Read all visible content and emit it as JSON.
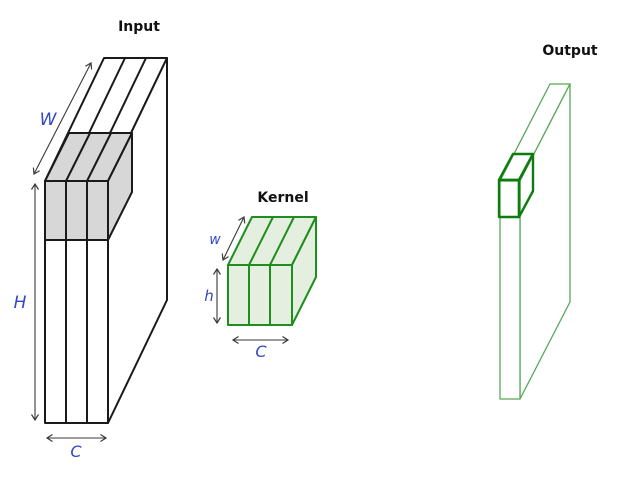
{
  "figure": {
    "input": {
      "title": "Input",
      "width_label": "W",
      "height_label": "H",
      "channels_label": "C"
    },
    "kernel": {
      "title": "Kernel",
      "width_label": "w",
      "height_label": "h",
      "channels_label": "C"
    },
    "output": {
      "title": "Output"
    }
  },
  "colors": {
    "background": "#ffffff",
    "input_stroke": "#1a1a1a",
    "patch_fill": "#d7d7d7",
    "kernel_stroke": "#1e8e1e",
    "kernel_fill": "#e4efe0",
    "output_stroke": "#58a758",
    "output_unit_stroke": "#0f7c0f",
    "dimension_label": "#3246c8",
    "arrow": "#3a3a3a",
    "title_text": "#111111"
  }
}
